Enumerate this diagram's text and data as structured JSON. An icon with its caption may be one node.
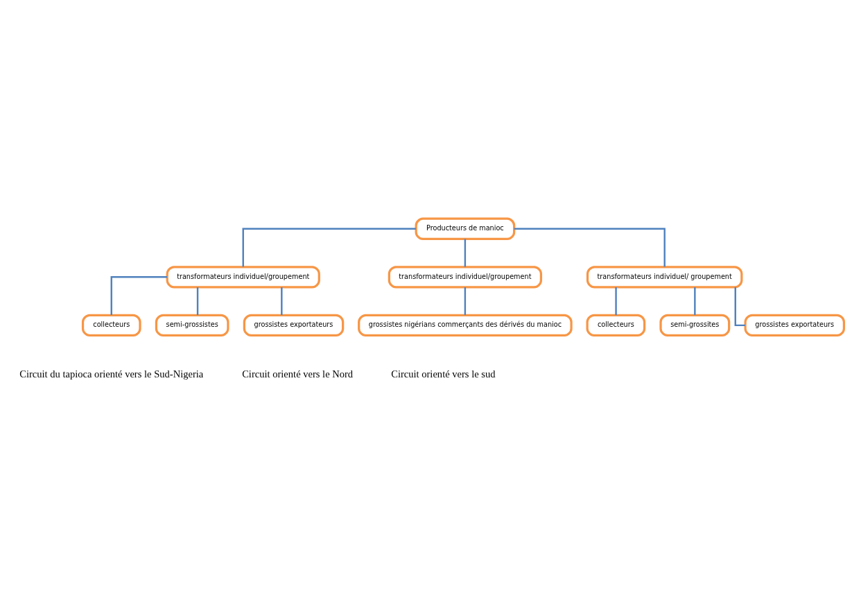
{
  "diagram": {
    "nodes": [
      {
        "text": [
          "Producteurs de manioc"
        ]
      },
      {
        "text": [
          "transformateurs individuel/groupement"
        ]
      },
      {
        "text": [
          "transformateurs individuel/groupement"
        ]
      },
      {
        "text": [
          "transformateurs individuel/ groupement"
        ]
      },
      {
        "text": [
          "collecteurs"
        ]
      },
      {
        "text": [
          "semi-grossistes"
        ]
      },
      {
        "text": [
          "grossistes exportateurs"
        ]
      },
      {
        "text": [
          "grossistes nigérians commerçants des dérivés du manioc"
        ]
      },
      {
        "text": [
          "collecteurs"
        ]
      },
      {
        "text": [
          "semi-grossites"
        ]
      },
      {
        "text": [
          "grossistes exportateurs"
        ]
      }
    ],
    "edges": [
      {
        "from": 0,
        "to": 1,
        "arrow": "none"
      },
      {
        "from": 0,
        "to": 2,
        "arrow": "none"
      },
      {
        "from": 0,
        "to": 3,
        "arrow": "none"
      },
      {
        "from": 1,
        "to": 4,
        "arrow": "none"
      },
      {
        "from": 1,
        "to": 5,
        "arrow": "none"
      },
      {
        "from": 1,
        "to": 6,
        "arrow": "none"
      },
      {
        "from": 2,
        "to": 7,
        "arrow": "none"
      },
      {
        "from": 3,
        "to": 8,
        "arrow": "none"
      },
      {
        "from": 3,
        "to": 9,
        "arrow": "none"
      },
      {
        "from": 3,
        "to": 10,
        "arrow": "none"
      }
    ],
    "labels": [
      "Circuit du tapioca orienté vers le Sud-Nigeria",
      "Circuit orienté vers le Nord",
      "Circuit orienté vers le sud"
    ]
  }
}
